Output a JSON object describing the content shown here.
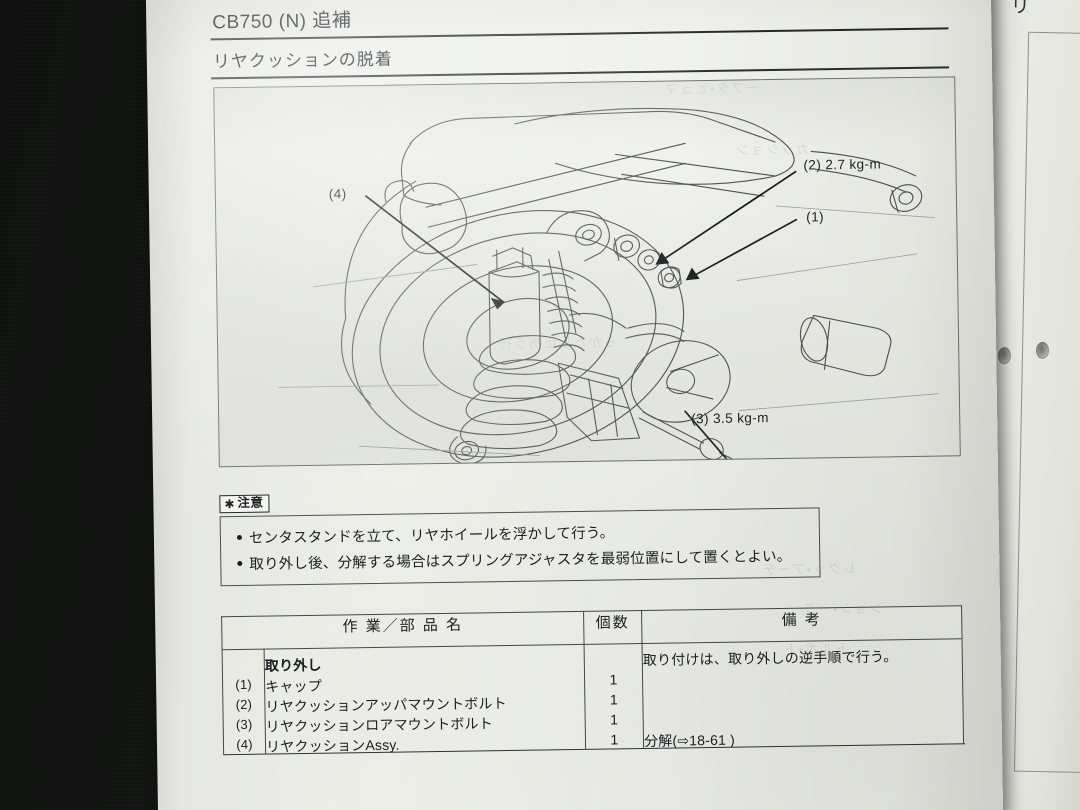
{
  "document": {
    "header_title": "CB750 (N) 追補",
    "section_title": "リヤクッションの脱着"
  },
  "figure": {
    "alt": "リヤクッション（リヤショックアブソーバ）まわりの分解図",
    "callouts": [
      {
        "id": "(4)",
        "label": "(4)",
        "torque": ""
      },
      {
        "id": "(2)",
        "label": "(2)  2.7 kg-m",
        "torque": "2.7 kg-m"
      },
      {
        "id": "(1)",
        "label": "(1)",
        "torque": ""
      },
      {
        "id": "(3)",
        "label": "(3)  3.5 kg-m",
        "torque": "3.5 kg-m"
      }
    ]
  },
  "caution": {
    "badge_icon": "asterisk-icon",
    "badge_label": "注意",
    "items": [
      "センタスタンドを立て、リヤホイールを浮かして行う。",
      "取り外し後、分解する場合はスプリングアジャスタを最弱位置にして置くとよい。"
    ]
  },
  "table": {
    "headers": {
      "number": "",
      "name": "作 業／部 品 名",
      "qty": "個数",
      "remarks": "備    考"
    },
    "group_title": "取り外し",
    "rows": [
      {
        "num": "(1)",
        "name": "キャップ",
        "qty": "1",
        "remarks": ""
      },
      {
        "num": "(2)",
        "name": "リヤクッションアッパマウントボルト",
        "qty": "1",
        "remarks": ""
      },
      {
        "num": "(3)",
        "name": "リヤクッションロアマウントボルト",
        "qty": "1",
        "remarks": ""
      },
      {
        "num": "(4)",
        "name": "リヤクッションAssy.",
        "qty": "1",
        "remarks": "分解(⇨18-61 )"
      }
    ],
    "remarks_top": "取り付けは、取り外しの逆手順で行う。"
  },
  "facing_page": {
    "edge_text": "リ",
    "hole_icon": "binder-hole-icon"
  },
  "colors": {
    "page": "#eeefe9",
    "ink": "#1b1d20",
    "rule": "#24262a",
    "backdrop": "#101110"
  }
}
